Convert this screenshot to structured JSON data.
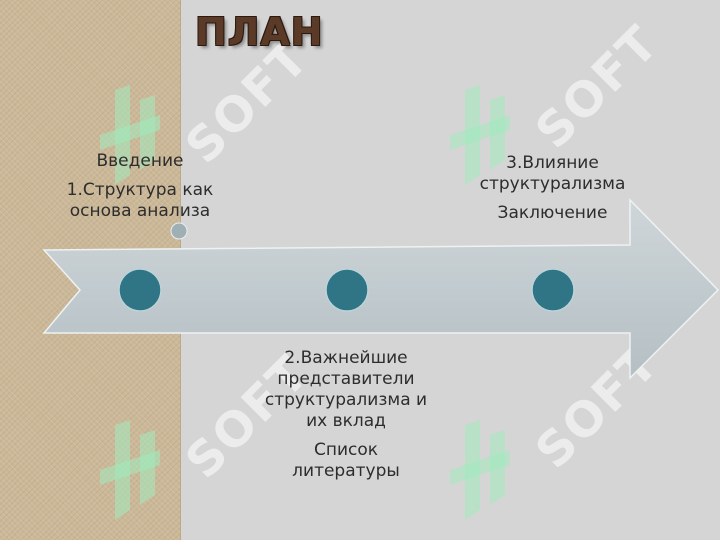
{
  "title": "ПЛАН",
  "items": {
    "intro": "Введение",
    "part1": "1.Структура как основа анализа",
    "part2_line1": "2.Важнейшие",
    "part2_line2": "представители",
    "part2_line3": "структурализма и",
    "part2_line4": "их вклад",
    "references_line1": "Список",
    "references_line2": "литературы",
    "part3_line1": "3.Влияние",
    "part3_line2": "структурализма",
    "conclusion": "Заключение"
  },
  "watermark": "SOFT",
  "colors": {
    "sidebar": "#cbb898",
    "background": "#d5d5d5",
    "arrow": "#bfc8cc",
    "marker": "#2f7585",
    "title": "#5b3a28"
  }
}
